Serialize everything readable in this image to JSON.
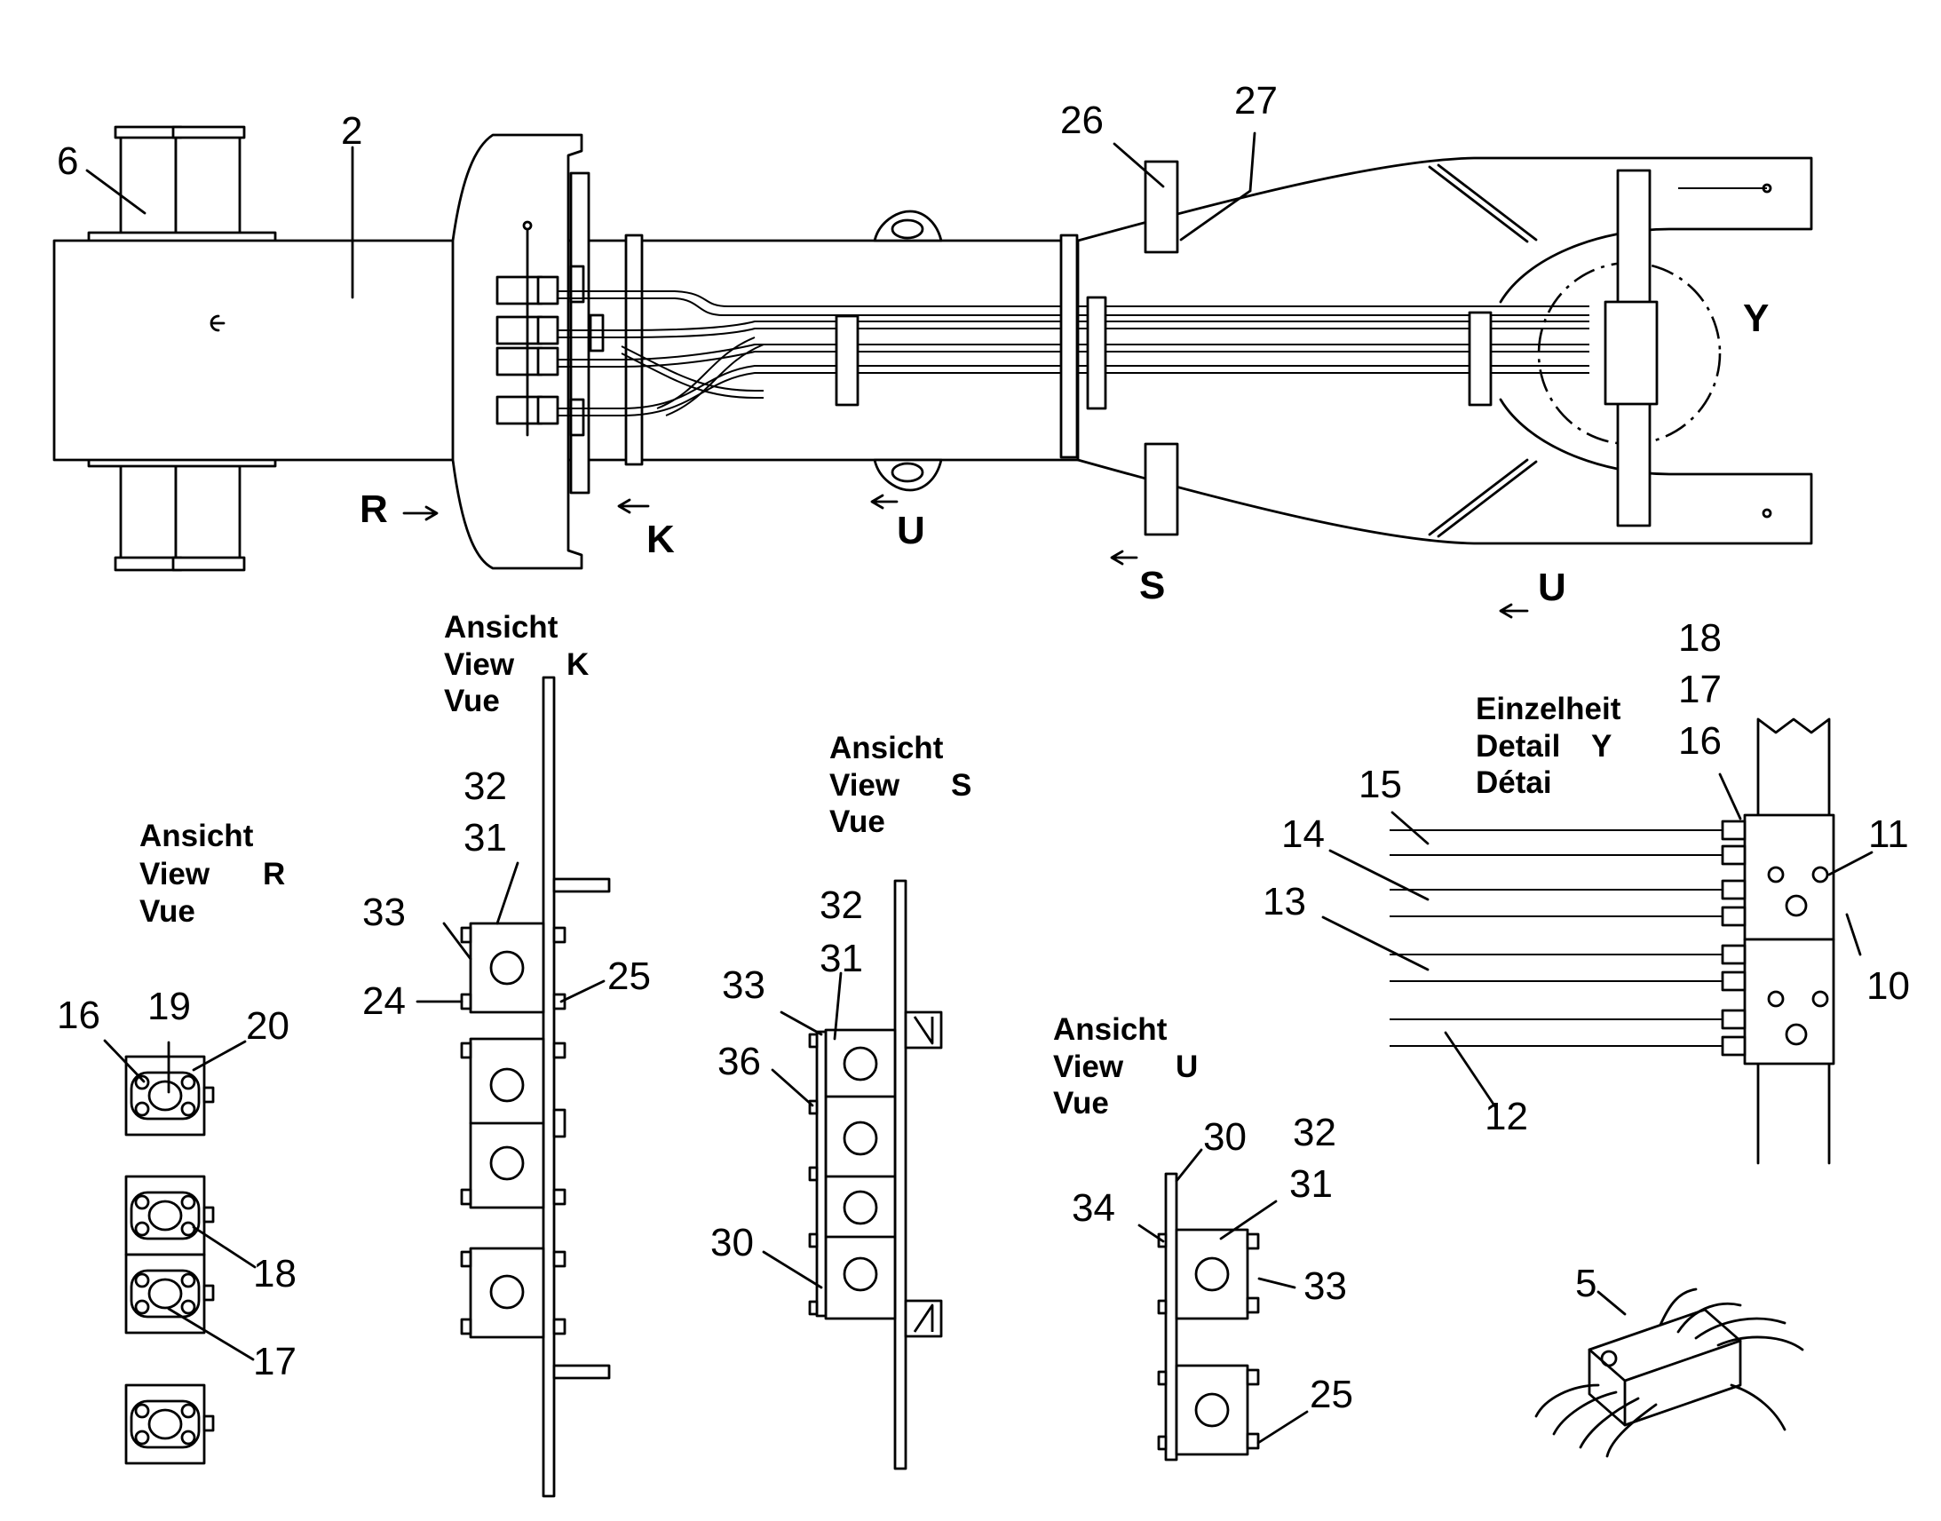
{
  "main_view": {
    "callouts": {
      "c6": "6",
      "c2": "2",
      "c26": "26",
      "c27": "27"
    },
    "view_letters": {
      "y": "Y",
      "r": "R",
      "k": "K",
      "u1": "U",
      "s": "S",
      "u2": "U"
    }
  },
  "view_r": {
    "heading": [
      "Ansicht",
      "View",
      "Vue"
    ],
    "letter": "R",
    "callouts": {
      "c16": "16",
      "c19": "19",
      "c20": "20",
      "c18": "18",
      "c17": "17"
    }
  },
  "view_k": {
    "heading": [
      "Ansicht",
      "View",
      "Vue"
    ],
    "letter": "K",
    "callouts": {
      "c32": "32",
      "c31": "31",
      "c33": "33",
      "c24": "24",
      "c25": "25"
    }
  },
  "view_s": {
    "heading": [
      "Ansicht",
      "View",
      "Vue"
    ],
    "letter": "S",
    "callouts": {
      "c32": "32",
      "c31": "31",
      "c33": "33",
      "c36": "36",
      "c30": "30"
    }
  },
  "view_u": {
    "heading": [
      "Ansicht",
      "View",
      "Vue"
    ],
    "letter": "U",
    "callouts": {
      "c30": "30",
      "c32": "32",
      "c34": "34",
      "c31": "31",
      "c33": "33",
      "c25": "25"
    }
  },
  "detail_y": {
    "heading": [
      "Einzelheit",
      "Detail",
      "Détai"
    ],
    "letter": "Y",
    "callouts": {
      "c18": "18",
      "c17": "17",
      "c16": "16",
      "c15": "15",
      "c14": "14",
      "c11": "11",
      "c13": "13",
      "c10": "10",
      "c12": "12"
    }
  },
  "iso_view": {
    "callouts": {
      "c5": "5"
    }
  }
}
